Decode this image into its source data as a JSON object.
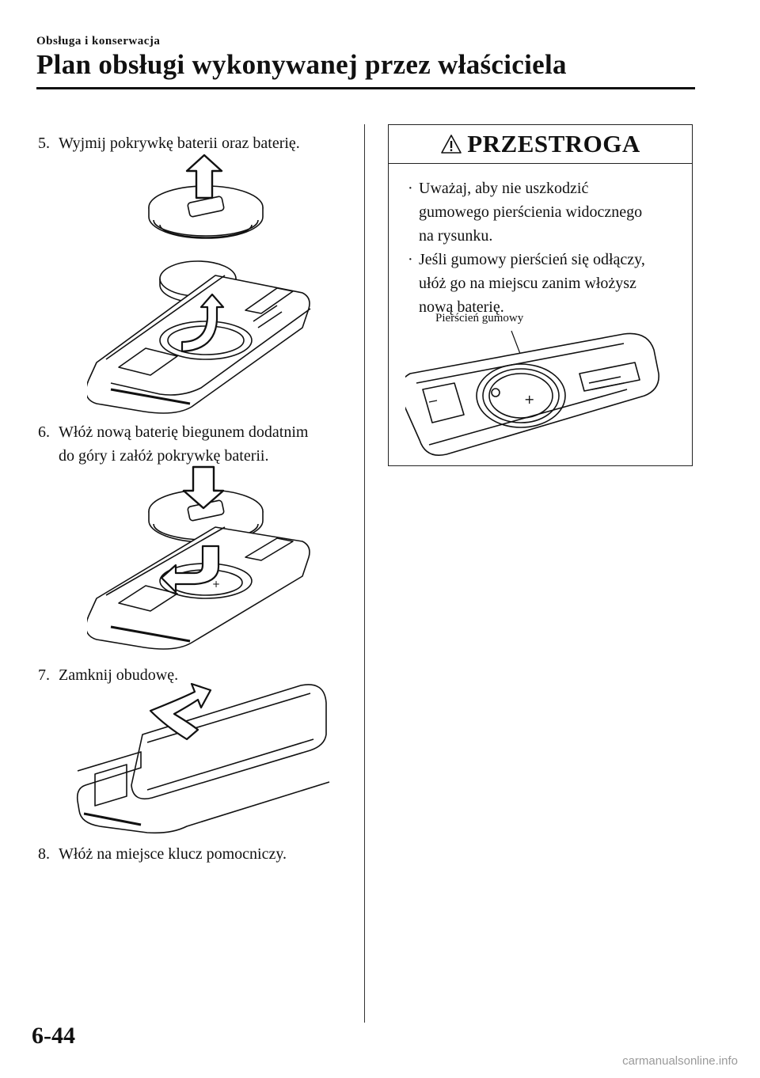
{
  "header": {
    "section": "Obsługa i konserwacja",
    "title": "Plan obsługi wykonywanej przez właściciela"
  },
  "steps": [
    {
      "number": "5.",
      "line1": "Wyjmij pokrywkę baterii oraz baterię.",
      "line2": ""
    },
    {
      "number": "6.",
      "line1": "Włóż nową baterię biegunem dodatnim",
      "line2": "do góry i załóż pokrywkę baterii."
    },
    {
      "number": "7.",
      "line1": "Zamknij obudowę.",
      "line2": ""
    },
    {
      "number": "8.",
      "line1": "Włóż na miejsce klucz pomocniczy.",
      "line2": ""
    }
  ],
  "caution": {
    "title": "PRZESTROGA",
    "items": [
      {
        "lines": [
          "Uważaj, aby nie uszkodzić",
          "gumowego pierścienia widocznego",
          "na rysunku."
        ]
      },
      {
        "lines": [
          "Jeśli gumowy pierścień się odłączy,",
          "ułóż go na miejscu zanim włożysz",
          "nową baterię."
        ]
      }
    ],
    "figure_label": "Pierścień gumowy"
  },
  "footer": {
    "page_number": "6-44",
    "watermark": "carmanualsonline.info"
  },
  "icons": [
    "warning-triangle-icon",
    "arrow-up-icon",
    "arrow-down-icon",
    "curved-arrow-icon"
  ]
}
